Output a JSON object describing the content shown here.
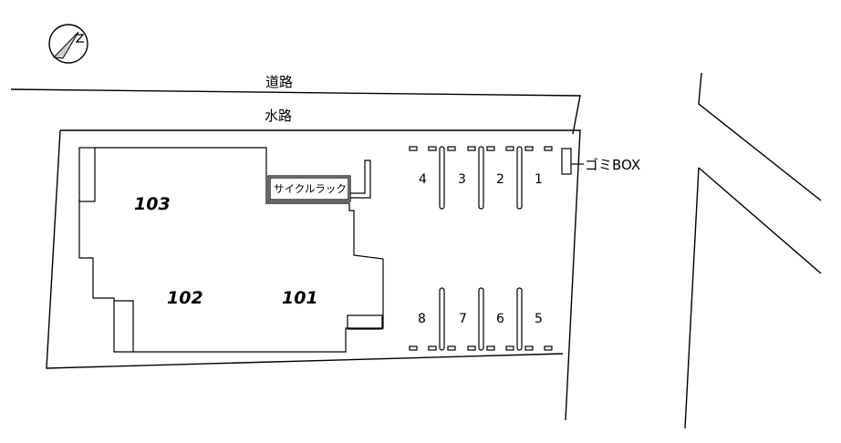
{
  "map": {
    "road_label": "道路",
    "waterway_label": "水路",
    "cycle_rack_label": "サイクルラック",
    "garbage_box_label": "ゴミBOX",
    "north_icon": "north-arrow-icon",
    "units": [
      "103",
      "102",
      "101"
    ],
    "parking_top": [
      "4",
      "3",
      "2",
      "1"
    ],
    "parking_bottom": [
      "8",
      "7",
      "6",
      "5"
    ]
  }
}
